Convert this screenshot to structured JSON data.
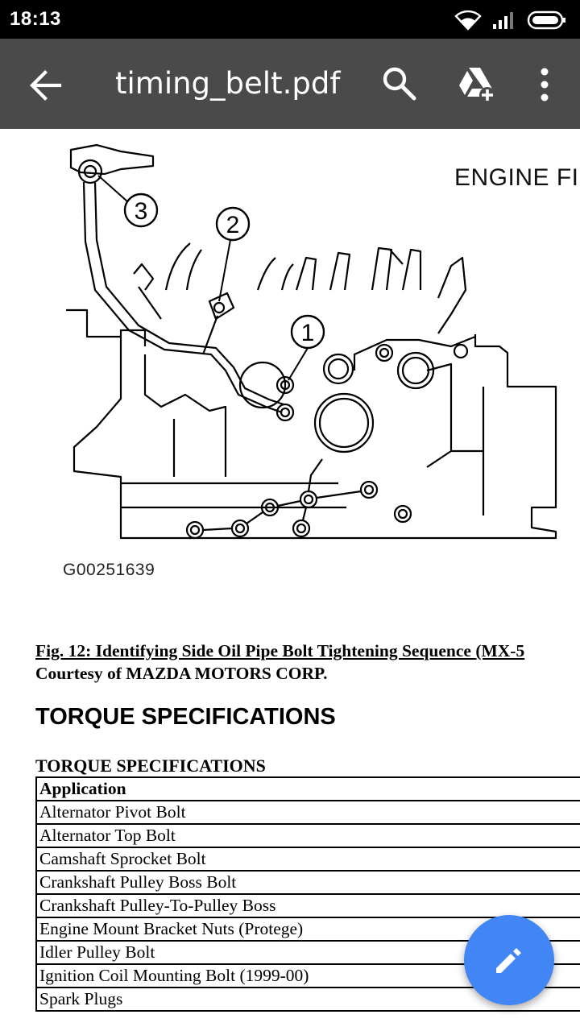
{
  "status_bar": {
    "time": "18:13",
    "icons": [
      "wifi-icon",
      "signal-icon",
      "battery-icon"
    ]
  },
  "app_bar": {
    "title": "timing_belt.pdf",
    "icons": [
      "back-arrow-icon",
      "search-icon",
      "drive-add-icon",
      "more-vert-icon"
    ]
  },
  "document": {
    "diagram_callouts": [
      "1",
      "2",
      "3"
    ],
    "diagram_label": "ENGINE FI",
    "figure_id": "G00251639",
    "figure_caption": "Fig. 12: Identifying Side Oil Pipe Bolt Tightening Sequence (MX-5",
    "figure_courtesy": "Courtesy of MAZDA MOTORS CORP.",
    "section_heading": "TORQUE SPECIFICATIONS",
    "table_title": "TORQUE SPECIFICATIONS",
    "table_header": "Application",
    "table_rows": [
      "Alternator Pivot Bolt",
      "Alternator Top Bolt",
      "Camshaft Sprocket Bolt",
      "Crankshaft Pulley Boss Bolt",
      "Crankshaft Pulley-To-Pulley Boss",
      "Engine Mount Bracket Nuts (Protege)",
      "Idler Pulley Bolt",
      "Ignition Coil Mounting Bolt (1999-00)",
      "Spark Plugs"
    ]
  },
  "fab": {
    "icon": "edit-pencil-icon",
    "color": "#4285f4"
  },
  "colors": {
    "status_bar": "#000000",
    "app_bar": "#4a4a4a",
    "page": "#ffffff"
  }
}
